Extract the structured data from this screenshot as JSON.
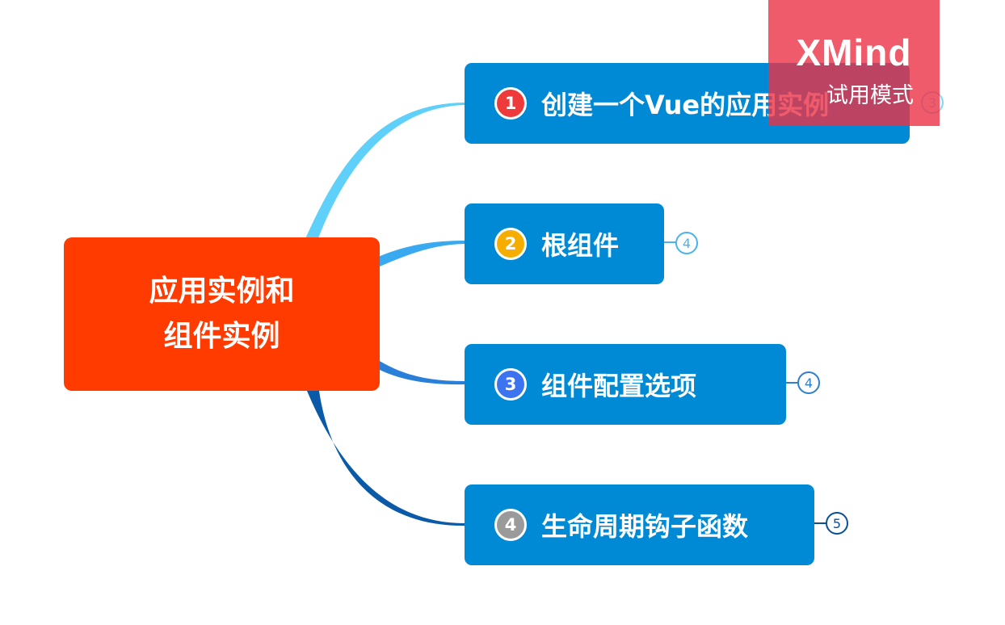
{
  "root": {
    "line1": "应用实例和",
    "line2": "组件实例"
  },
  "topics": [
    {
      "marker": "1",
      "label": "创建一个Vue的应用实例",
      "count": "3"
    },
    {
      "marker": "2",
      "label": "根组件",
      "count": "4"
    },
    {
      "marker": "3",
      "label": "组件配置选项",
      "count": "4"
    },
    {
      "marker": "4",
      "label": "生命周期钩子函数",
      "count": "5"
    }
  ],
  "watermark": {
    "logo": "XMind",
    "subtitle": "试用模式"
  },
  "colors": {
    "root": "#ff3b00",
    "topic": "#0089d4",
    "branch1": "#5fd0fa",
    "branch2": "#3aaaf0",
    "branch3": "#2a80d8",
    "branch4": "#0a5aa8",
    "watermark": "#ec3246"
  }
}
